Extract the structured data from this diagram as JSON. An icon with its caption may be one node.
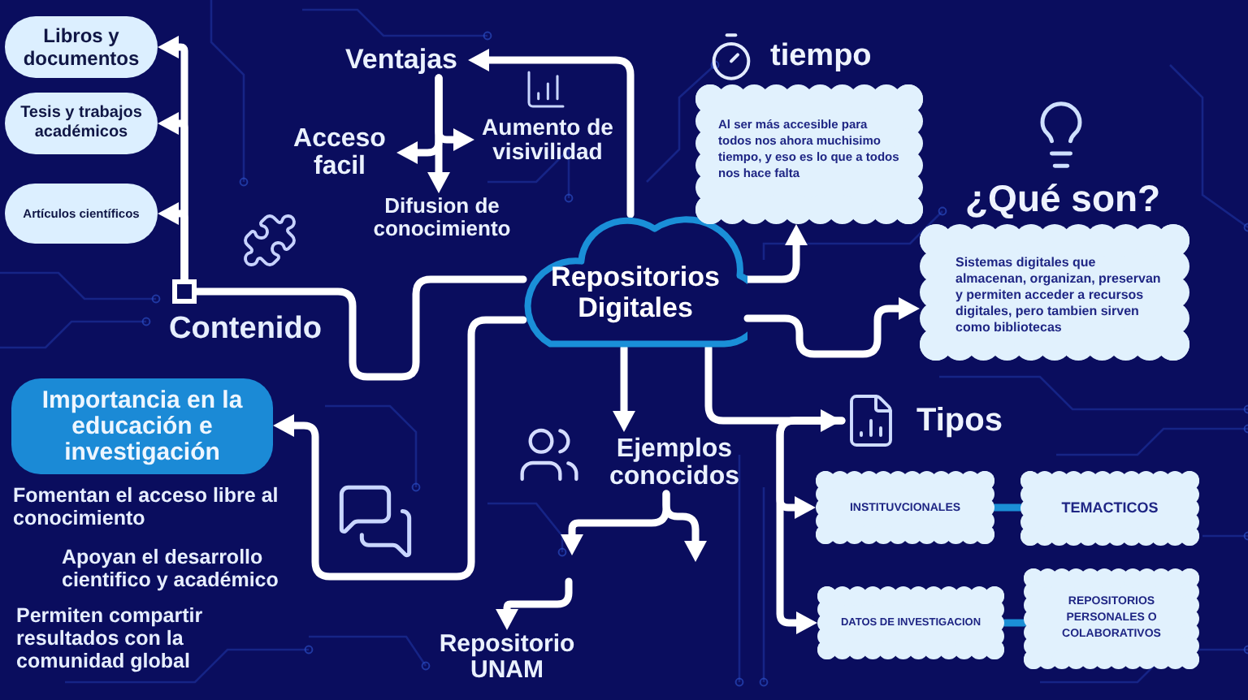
{
  "diagram": {
    "nodes": [
      {
        "text": [
          "Repositorios Digitales"
        ]
      },
      {
        "text": [
          "Ventajas"
        ]
      },
      {
        "text": [
          "Acceso facil"
        ]
      },
      {
        "text": [
          "Aumento de visivilidad"
        ]
      },
      {
        "text": [
          "Difusion de conocimiento"
        ]
      },
      {
        "text": [],
        "shape": "box",
        "beside": [
          "Contenido"
        ]
      },
      {
        "text": [
          "Libros y documentos"
        ]
      },
      {
        "text": [
          "Tesis y trabajos académicos"
        ]
      },
      {
        "text": [
          "Artículos científicos"
        ]
      },
      {
        "text": [
          "tiempo",
          "Al ser más accesible para todos nos ahora muchisimo tiempo, y eso es lo que a todos nos hace falta"
        ]
      },
      {
        "text": [
          "¿Qué son?",
          "Sistemas digitales que almacenan, organizan, preservan y permiten acceder a recursos digitales, pero tambien sirven como bibliotecas"
        ]
      },
      {
        "text": [
          "Tipos"
        ]
      },
      {
        "text": [
          "INSTITUVCIONALES"
        ]
      },
      {
        "text": [
          "TEMACTICOS"
        ]
      },
      {
        "text": [
          "DATOS DE INVESTIGACION"
        ]
      },
      {
        "text": [
          "REPOSITORIOS PERSONALES O COLABORATIVOS"
        ]
      },
      {
        "text": [
          "Importancia en la educación e investigación"
        ],
        "beside": [
          "Fomentan el acceso libre al conocimiento",
          "Apoyan el desarrollo cientifico y académico",
          "Permiten compartir resultados con la comunidad global"
        ]
      },
      {
        "text": [
          "Ejemplos conocidos"
        ]
      },
      {
        "text": [
          "Repositorio UNAM"
        ]
      }
    ],
    "edges": [
      {
        "from": 0,
        "to": 1,
        "arrow": "to"
      },
      {
        "from": 1,
        "to": 2,
        "arrow": "to"
      },
      {
        "from": 1,
        "to": 3,
        "arrow": "to"
      },
      {
        "from": 1,
        "to": 4,
        "arrow": "to"
      },
      {
        "from": 0,
        "to": 5,
        "arrow": "none"
      },
      {
        "from": 5,
        "to": 6,
        "arrow": "to"
      },
      {
        "from": 5,
        "to": 7,
        "arrow": "to"
      },
      {
        "from": 5,
        "to": 8,
        "arrow": "to"
      },
      {
        "from": 0,
        "to": 9,
        "arrow": "to"
      },
      {
        "from": 0,
        "to": 10,
        "arrow": "to"
      },
      {
        "from": 0,
        "to": 11,
        "arrow": "to"
      },
      {
        "from": 11,
        "to": 12,
        "arrow": "to"
      },
      {
        "from": 11,
        "to": 14,
        "arrow": "to"
      },
      {
        "from": 12,
        "to": 13,
        "arrow": "none",
        "color": "#1b8fd6"
      },
      {
        "from": 14,
        "to": 15,
        "arrow": "none",
        "color": "#1b8fd6"
      },
      {
        "from": 0,
        "to": 16,
        "arrow": "to"
      },
      {
        "from": 0,
        "to": 17,
        "arrow": "to"
      },
      {
        "from": 17,
        "to": null,
        "arrow": "to"
      },
      {
        "from": 17,
        "to": null,
        "arrow": "to"
      },
      {
        "from": null,
        "to": 18,
        "arrow": "to"
      }
    ]
  }
}
